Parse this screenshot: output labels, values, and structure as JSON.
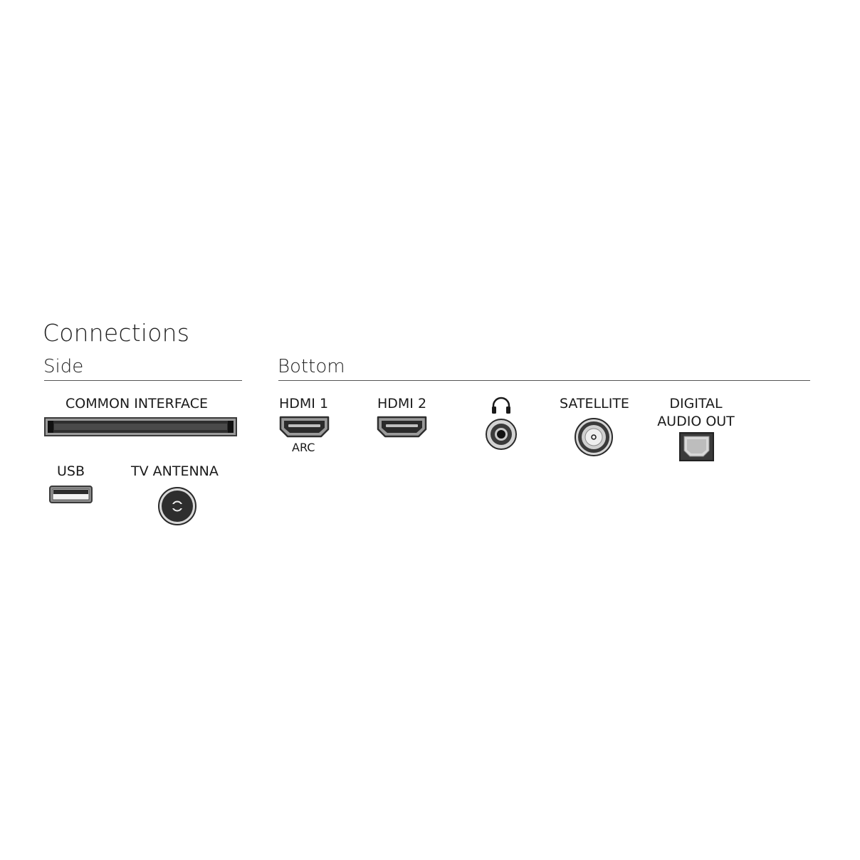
{
  "title": "Connections",
  "sections": {
    "side": "Side",
    "bottom": "Bottom"
  },
  "ports": {
    "common_interface": {
      "label": "COMMON INTERFACE",
      "icon": "ci-slot-icon"
    },
    "usb": {
      "label": "USB",
      "icon": "usb-port-icon"
    },
    "tv_antenna": {
      "label": "TV ANTENNA",
      "icon": "antenna-port-icon"
    },
    "hdmi1": {
      "label": "HDMI 1",
      "sublabel": "ARC",
      "icon": "hdmi-port-icon"
    },
    "hdmi2": {
      "label": "HDMI 2",
      "icon": "hdmi-port-icon"
    },
    "headphone": {
      "icon": "headphone-icon"
    },
    "satellite": {
      "label": "SATELLITE",
      "icon": "satellite-port-icon"
    },
    "digital_audio_out": {
      "label_line1": "DIGITAL",
      "label_line2": "AUDIO OUT",
      "icon": "optical-port-icon"
    }
  }
}
